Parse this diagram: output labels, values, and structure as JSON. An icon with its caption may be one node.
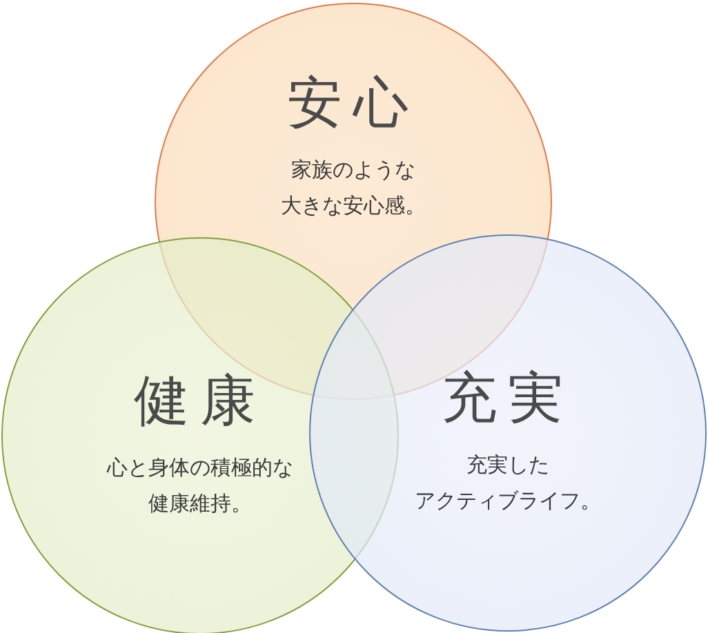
{
  "diagram": {
    "nodes": [
      {
        "text": [
          "安心",
          "家族のような大きな安心感。"
        ]
      },
      {
        "text": [
          "健康",
          "心と身体の積極的な健康維持。"
        ]
      },
      {
        "text": [
          "充実",
          "充実したアクティブライフ。"
        ]
      }
    ]
  }
}
